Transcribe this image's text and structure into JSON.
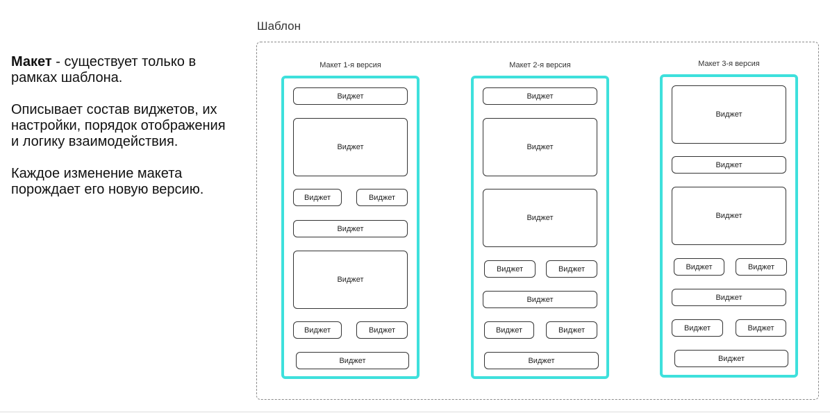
{
  "description": {
    "term": "Макет",
    "line1_rest": " - существует только в рамках шаблона.",
    "line2": "Описывает состав виджетов, их настройки, порядок отображения и логику взаимодействия.",
    "line3": "Каждое изменение макета порождает его новую версию."
  },
  "template": {
    "title": "Шаблон",
    "widget_label": "Виджет",
    "accent_color": "#3ee0dc",
    "versions": [
      {
        "label": "Макет 1-я версия"
      },
      {
        "label": "Макет 2-я версия"
      },
      {
        "label": "Макет 3-я версия"
      }
    ]
  }
}
